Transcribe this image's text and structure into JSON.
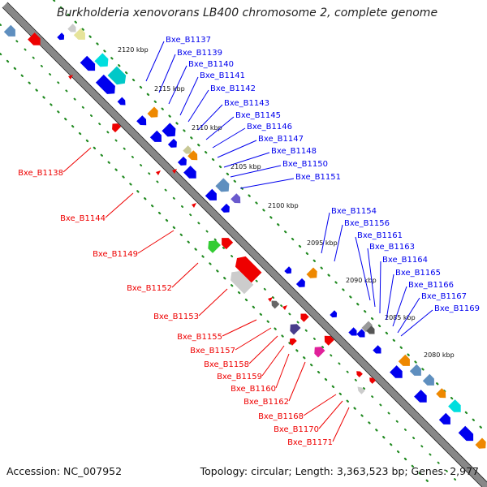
{
  "title": "Burkholderia xenovorans LB400 chromosome 2, complete genome",
  "accession": "Accession: NC_007952",
  "topology": "Topology: circular; Length: 3,363,523 bp; Genes: 2,977",
  "colors": {
    "forward": "#0000ee",
    "reverse": "#ee0000",
    "backbone": "#888888",
    "tick": "#228b22"
  },
  "ticks": [
    "2120 kbp",
    "2115 kbp",
    "2110 kbp",
    "2105 kbp",
    "2100 kbp",
    "2095 kbp",
    "2090 kbp",
    "2085 kbp",
    "2080 kbp"
  ],
  "forward_labels": [
    "Bxe_B1137",
    "Bxe_B1139",
    "Bxe_B1140",
    "Bxe_B1141",
    "Bxe_B1142",
    "Bxe_B1143",
    "Bxe_B1145",
    "Bxe_B1146",
    "Bxe_B1147",
    "Bxe_B1148",
    "Bxe_B1150",
    "Bxe_B1151",
    "Bxe_B1154",
    "Bxe_B1156",
    "Bxe_B1161",
    "Bxe_B1163",
    "Bxe_B1164",
    "Bxe_B1165",
    "Bxe_B1166",
    "Bxe_B1167",
    "Bxe_B1169"
  ],
  "reverse_labels": [
    "Bxe_B1138",
    "Bxe_B1144",
    "Bxe_B1149",
    "Bxe_B1152",
    "Bxe_B1153",
    "Bxe_B1155",
    "Bxe_B1157",
    "Bxe_B1158",
    "Bxe_B1159",
    "Bxe_B1160",
    "Bxe_B1162",
    "Bxe_B1168",
    "Bxe_B1170",
    "Bxe_B1171"
  ]
}
